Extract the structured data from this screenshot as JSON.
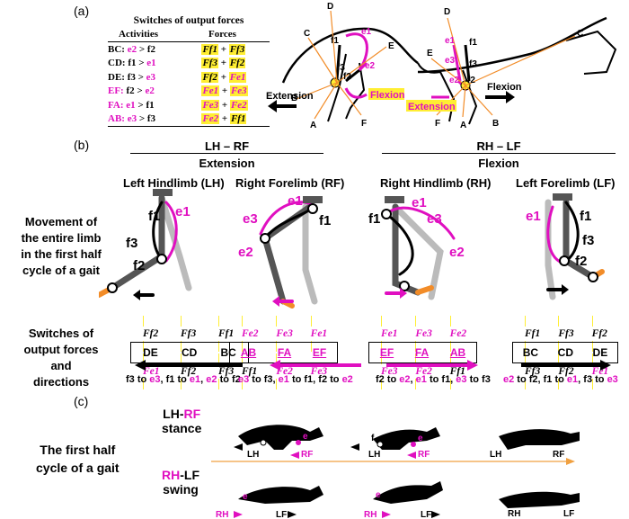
{
  "panel_a": {
    "label": "(a)",
    "table_title": "Switches of output forces",
    "col_activities": "Activities",
    "col_forces": "Forces",
    "rows": [
      {
        "name": "BC:",
        "cond_a": "e2",
        "op": " > ",
        "cond_b": "f2",
        "f1": "Ff1",
        "plus": " + ",
        "f2": "Ff3",
        "mag_a": true,
        "mag_b": false
      },
      {
        "name": "CD:",
        "cond_a": "f1",
        "op": " > ",
        "cond_b": "e1",
        "f1": "Ff3",
        "plus": " + ",
        "f2": "Ff2",
        "mag_a": false,
        "mag_b": true
      },
      {
        "name": "DE:",
        "cond_a": "f3",
        "op": " > ",
        "cond_b": "e3",
        "f1": "Ff2",
        "plus": " + ",
        "f2": "Fe1",
        "mag_a": false,
        "mag_b": true
      },
      {
        "name": "EF:",
        "cond_a": "f2",
        "op": " > ",
        "cond_b": "e2",
        "f1": "Fe1",
        "plus": " + ",
        "f2": "Fe3",
        "mag_a": false,
        "mag_b": true
      },
      {
        "name": "FA:",
        "cond_a": "e1",
        "op": " > ",
        "cond_b": "f1",
        "f1": "Fe3",
        "plus": " + ",
        "f2": "Fe2",
        "mag_a": true,
        "mag_b": false
      },
      {
        "name": "AB:",
        "cond_a": "e3",
        "op": " > ",
        "cond_b": "f3",
        "f1": "Fe2",
        "plus": " + ",
        "f2": "Ff1",
        "mag_a": true,
        "mag_b": false
      }
    ],
    "extension": "Extension",
    "flexion": "Flexion",
    "extension2": "Extension",
    "flexion2": "Flexion",
    "points_left": [
      "A",
      "B",
      "C",
      "D",
      "E",
      "F"
    ],
    "points_right": [
      "A",
      "B",
      "C",
      "D",
      "E",
      "F"
    ],
    "muscles": [
      "f1",
      "f2",
      "f3",
      "e1",
      "e2",
      "e3"
    ]
  },
  "panel_b": {
    "label": "(b)",
    "group_left_top": "LH – RF",
    "group_left_sub": "Extension",
    "group_right_top": "RH – LF",
    "group_right_sub": "Flexion",
    "limb_titles": [
      "Left Hindlimb (LH)",
      "Right Forelimb (RF)",
      "Right Hindlimb (RH)",
      "Left Forelimb (LF)"
    ],
    "row_label_1": [
      "Movement of",
      "the entire limb",
      "in the first half",
      "cycle of a gait"
    ],
    "row_label_2": [
      "Switches of",
      "output forces",
      "and",
      "directions"
    ],
    "force_pairs": [
      [
        [
          "Ff2",
          "Fe1"
        ],
        [
          "Ff3",
          "Ff2"
        ],
        [
          "Ff1",
          "Ff3"
        ]
      ],
      [
        [
          "Fe2",
          "Ff1"
        ],
        [
          "Fe3",
          "Fe2"
        ],
        [
          "Fe1",
          "Fe3"
        ]
      ],
      [
        [
          "Fe1",
          "Fe3"
        ],
        [
          "Fe3",
          "Fe2"
        ],
        [
          "Fe2",
          "Ff1"
        ]
      ],
      [
        [
          "Ff1",
          "Ff3"
        ],
        [
          "Ff3",
          "Ff2"
        ],
        [
          "Ff2",
          "Fe1"
        ]
      ]
    ],
    "boxes": [
      [
        "DE",
        "CD",
        "BC"
      ],
      [
        "AB",
        "FA",
        "EF"
      ],
      [
        "EF",
        "FA",
        "AB"
      ],
      [
        "BC",
        "CD",
        "DE"
      ]
    ],
    "captions": [
      "f3 to e3, f1 to e1, e2 to f2",
      "e3 to f3, e1 to f1, f2 to e2",
      "f2 to e2, e1 to f1, e3 to f3",
      "e2 to f2, f1 to e1, f3 to e3"
    ]
  },
  "panel_c": {
    "label": "(c)",
    "row1_label": "LH-RF",
    "row1_sub": "stance",
    "row2_label": "RH-LF",
    "row2_sub": "swing",
    "left_label": [
      "The first half",
      "cycle of a gait"
    ],
    "tags": {
      "LH": "LH",
      "RF": "RF",
      "RH": "RH",
      "LF": "LF",
      "f": "f",
      "e": "e"
    }
  },
  "colors": {
    "magenta": "#e00fc0",
    "yellow": "#ffee33",
    "orange": "#f28c28",
    "gray": "#bbbbbb",
    "dark": "#555555",
    "line": "#f0a040"
  }
}
